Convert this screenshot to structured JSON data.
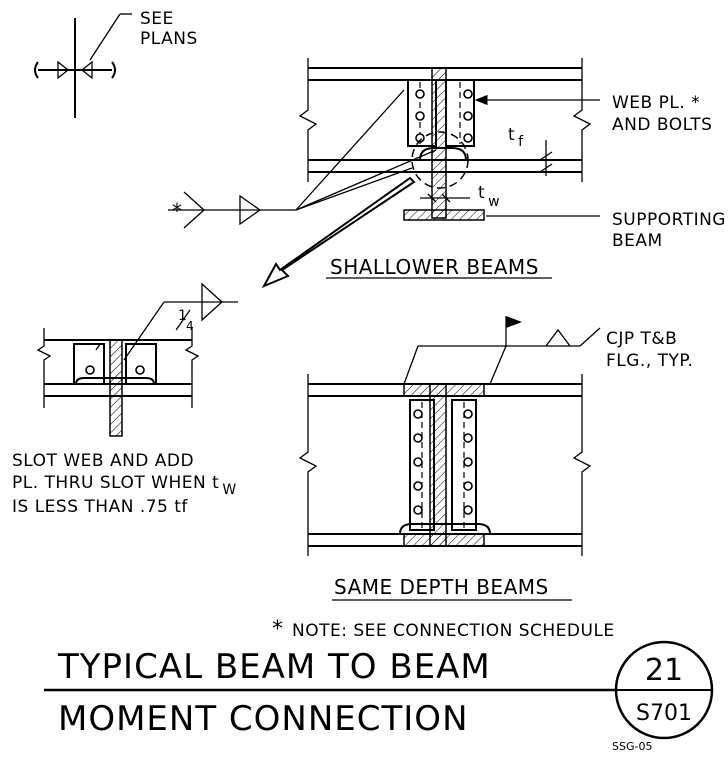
{
  "labels": {
    "see_plans_1": "SEE",
    "see_plans_2": "PLANS",
    "web_pl_1": "WEB PL. *",
    "web_pl_2": "AND BOLTS",
    "tf_t": "t",
    "tf_sub": "f",
    "tw_t": "t",
    "tw_sub": "w",
    "supporting_1": "SUPPORTING",
    "supporting_2": "BEAM",
    "star_weld": "*",
    "shallower_caption": "SHALLOWER BEAMS",
    "fraction_num": "1",
    "fraction_den": "4",
    "slot_note_1": "SLOT WEB AND ADD",
    "slot_note_2a": "PL. THRU SLOT WHEN t",
    "slot_note_2b": "W",
    "slot_note_3": "IS LESS THAN .75 tf",
    "cjp_1": "CJP T&B",
    "cjp_2": "FLG., TYP.",
    "same_depth_caption": "SAME DEPTH BEAMS",
    "note_star": "*",
    "note_text": "NOTE: SEE CONNECTION SCHEDULE"
  },
  "title": {
    "line1": "TYPICAL BEAM TO BEAM",
    "line2": "MOMENT CONNECTION",
    "detail_number": "21",
    "sheet_number": "S701",
    "ref_code": "SSG-05"
  }
}
